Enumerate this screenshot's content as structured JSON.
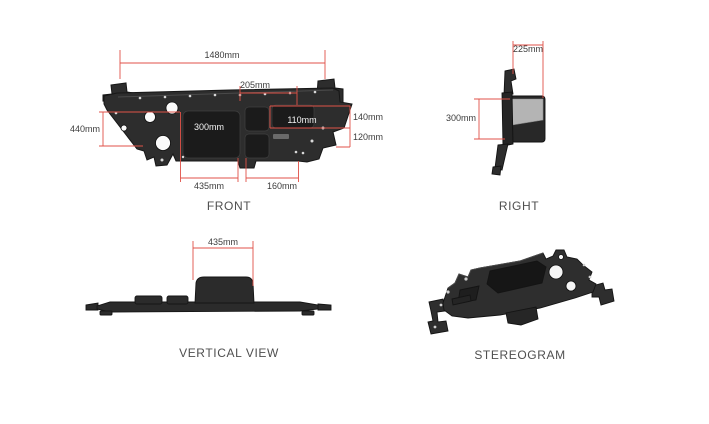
{
  "colors": {
    "background": "#ffffff",
    "dimension_line": "#e05248",
    "dimension_text": "#3c3c3c",
    "view_label_text": "#4f4f4f",
    "part_body": "#2d2d2d",
    "part_recess": "#1b1b1b",
    "part_light_panel": "#b4b4b4",
    "inner_dimension_text": "#f2f2f2"
  },
  "views": {
    "front": {
      "label": "FRONT",
      "dims": {
        "total_width": "1480mm",
        "upper_opening_width": "205mm",
        "left_height": "440mm",
        "center_opening_width": "300mm",
        "right_pocket_width": "110mm",
        "right_upper_height": "140mm",
        "right_lower_height": "120mm",
        "bottom_left_width": "435mm",
        "bottom_right_width": "160mm"
      }
    },
    "right": {
      "label": "RIGHT",
      "dims": {
        "depth": "225mm",
        "height": "300mm"
      }
    },
    "vertical": {
      "label": "VERTICAL VIEW",
      "dims": {
        "hump_width": "435mm"
      }
    },
    "stereogram": {
      "label": "STEREOGRAM"
    }
  }
}
